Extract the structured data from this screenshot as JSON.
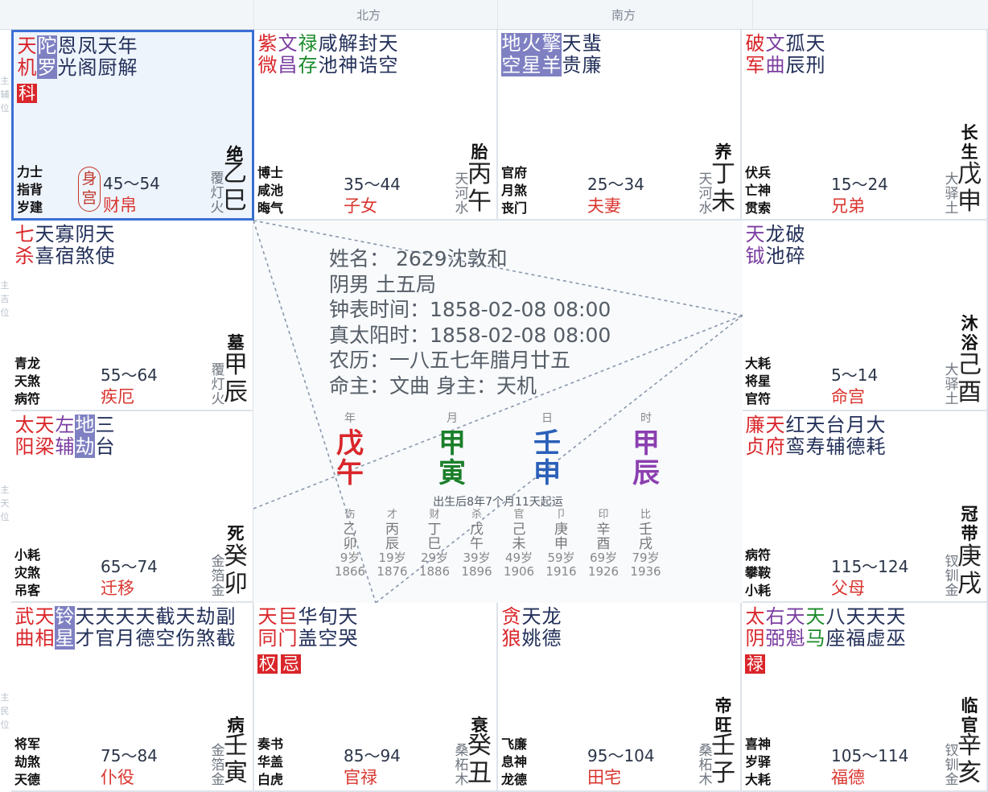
{
  "header": {
    "north": "北方",
    "south": "南方"
  },
  "side_labels": {
    "upper": "主辅位",
    "middle": "主吉位",
    "lower1": "主天位",
    "lower2": "主民位"
  },
  "palaces": [
    {
      "id": "si",
      "stars": [
        {
          "c": "天机",
          "color": "red"
        },
        {
          "c": "陀罗",
          "hl": true
        },
        {
          "c": "恩光",
          "color": "navy"
        },
        {
          "c": "凤阁",
          "color": "navy"
        },
        {
          "c": "天厨",
          "color": "navy"
        },
        {
          "c": "年解",
          "color": "navy"
        }
      ],
      "hua": "科",
      "gods": [
        "力士",
        "指背",
        "岁建"
      ],
      "age": "45～54",
      "palace": "财帛",
      "nayin": "覆灯火",
      "ganzhi": "乙巳",
      "life": "绝",
      "shen": "身宫"
    },
    {
      "id": "wu",
      "stars": [
        {
          "c": "紫微",
          "color": "red"
        },
        {
          "c": "文昌",
          "color": "purple"
        },
        {
          "c": "禄存",
          "color": "green"
        },
        {
          "c": "咸池",
          "color": "navy"
        },
        {
          "c": "解神",
          "color": "navy"
        },
        {
          "c": "封诰",
          "color": "navy"
        },
        {
          "c": "天空",
          "color": "navy"
        }
      ],
      "gods": [
        "博士",
        "咸池",
        "晦气"
      ],
      "age": "35～44",
      "palace": "子女",
      "nayin": "天河水",
      "ganzhi": "丙午",
      "life": "胎"
    },
    {
      "id": "wei",
      "stars": [
        {
          "c": "地空",
          "hl": true
        },
        {
          "c": "火星",
          "hl": true
        },
        {
          "c": "擎羊",
          "hl": true
        },
        {
          "c": "天贵",
          "color": "navy"
        },
        {
          "c": "蜚廉",
          "color": "navy"
        }
      ],
      "gods": [
        "官府",
        "月煞",
        "丧门"
      ],
      "age": "25～34",
      "palace": "夫妻",
      "nayin": "天河水",
      "ganzhi": "丁未",
      "life": "养"
    },
    {
      "id": "shen",
      "stars": [
        {
          "c": "破军",
          "color": "red"
        },
        {
          "c": "文曲",
          "color": "purple"
        },
        {
          "c": "孤辰",
          "color": "navy"
        },
        {
          "c": "天刑",
          "color": "navy"
        }
      ],
      "gods": [
        "伏兵",
        "亡神",
        "贯索"
      ],
      "age": "15～24",
      "palace": "兄弟",
      "nayin": "大驿土",
      "ganzhi": "戊申",
      "life": "长生"
    },
    {
      "id": "chen",
      "stars": [
        {
          "c": "七杀",
          "color": "red"
        },
        {
          "c": "天喜",
          "color": "navy"
        },
        {
          "c": "寡宿",
          "color": "navy"
        },
        {
          "c": "阴煞",
          "color": "navy"
        },
        {
          "c": "天使",
          "color": "navy"
        }
      ],
      "gods": [
        "青龙",
        "天煞",
        "病符"
      ],
      "age": "55～64",
      "palace": "疾厄",
      "nayin": "覆灯火",
      "ganzhi": "甲辰",
      "life": "墓"
    },
    {
      "id": "you",
      "stars": [
        {
          "c": "天钺",
          "color": "purple"
        },
        {
          "c": "龙池",
          "color": "navy"
        },
        {
          "c": "破碎",
          "color": "navy"
        }
      ],
      "gods": [
        "大耗",
        "将星",
        "官符"
      ],
      "age": "5～14",
      "palace": "命宫",
      "nayin": "大驿土",
      "ganzhi": "己酉",
      "life": "沐浴"
    },
    {
      "id": "mao",
      "stars": [
        {
          "c": "太阳",
          "color": "red"
        },
        {
          "c": "天梁",
          "color": "red"
        },
        {
          "c": "左辅",
          "color": "purple"
        },
        {
          "c": "地劫",
          "hl": true
        },
        {
          "c": "三台",
          "color": "navy"
        }
      ],
      "gods": [
        "小耗",
        "灾煞",
        "吊客"
      ],
      "age": "65～74",
      "palace": "迁移",
      "nayin": "金箔金",
      "ganzhi": "癸卯",
      "life": "死"
    },
    {
      "id": "xu",
      "stars": [
        {
          "c": "廉贞",
          "color": "red"
        },
        {
          "c": "天府",
          "color": "red"
        },
        {
          "c": "红鸾",
          "color": "navy"
        },
        {
          "c": "天寿",
          "color": "navy"
        },
        {
          "c": "台辅",
          "color": "navy"
        },
        {
          "c": "月德",
          "color": "navy"
        },
        {
          "c": "大耗",
          "color": "navy"
        }
      ],
      "gods": [
        "病符",
        "攀鞍",
        "小耗"
      ],
      "age": "115～124",
      "palace": "父母",
      "nayin": "钗钏金",
      "ganzhi": "庚戌",
      "life": "冠带"
    },
    {
      "id": "yin",
      "stars": [
        {
          "c": "武曲",
          "color": "red"
        },
        {
          "c": "天相",
          "color": "red"
        },
        {
          "c": "铃星",
          "hl": true
        },
        {
          "c": "天才",
          "color": "navy"
        },
        {
          "c": "天官",
          "color": "navy"
        },
        {
          "c": "天月",
          "color": "navy"
        },
        {
          "c": "天德",
          "color": "navy"
        },
        {
          "c": "截空",
          "color": "navy"
        },
        {
          "c": "天伤",
          "color": "navy"
        },
        {
          "c": "劫煞",
          "color": "navy"
        },
        {
          "c": "副截",
          "color": "navy"
        }
      ],
      "gods": [
        "将军",
        "劫煞",
        "天德"
      ],
      "age": "75～84",
      "palace": "仆役",
      "nayin": "金箔金",
      "ganzhi": "壬寅",
      "life": "病"
    },
    {
      "id": "chou",
      "stars": [
        {
          "c": "天同",
          "color": "red"
        },
        {
          "c": "巨门",
          "color": "red"
        },
        {
          "c": "华盖",
          "color": "navy"
        },
        {
          "c": "旬空",
          "color": "navy"
        },
        {
          "c": "天哭",
          "color": "navy"
        }
      ],
      "hua2": [
        "权",
        "忌"
      ],
      "gods": [
        "奏书",
        "华盖",
        "白虎"
      ],
      "age": "85～94",
      "palace": "官禄",
      "nayin": "桑柘木",
      "ganzhi": "癸丑",
      "life": "衰"
    },
    {
      "id": "zi",
      "stars": [
        {
          "c": "贪狼",
          "color": "red"
        },
        {
          "c": "天姚",
          "color": "navy"
        },
        {
          "c": "龙德",
          "color": "navy"
        }
      ],
      "gods": [
        "飞廉",
        "息神",
        "龙德"
      ],
      "age": "95～104",
      "palace": "田宅",
      "nayin": "桑柘木",
      "ganzhi": "壬子",
      "life": "帝旺"
    },
    {
      "id": "hai",
      "stars": [
        {
          "c": "太阴",
          "color": "red"
        },
        {
          "c": "右弼",
          "color": "purple"
        },
        {
          "c": "天魁",
          "color": "purple"
        },
        {
          "c": "天马",
          "color": "green"
        },
        {
          "c": "八座",
          "color": "navy"
        },
        {
          "c": "天福",
          "color": "navy"
        },
        {
          "c": "天虚",
          "color": "navy"
        },
        {
          "c": "天巫",
          "color": "navy"
        }
      ],
      "hua": "禄",
      "gods": [
        "喜神",
        "岁驿",
        "大耗"
      ],
      "age": "105～114",
      "palace": "福德",
      "nayin": "钗钏金",
      "ganzhi": "辛亥",
      "life": "临官"
    }
  ],
  "center": {
    "name_line": "姓名：  2629沈敦和",
    "gender_line": "阴男 土五局",
    "clock_line": "钟表时间：1858-02-08 08:00",
    "solar_line": "真太阳时：1858-02-08 08:00",
    "lunar_line": "农历：一八五七年腊月廿五",
    "master_line": "命主：文曲    身主：天机",
    "pillars": [
      {
        "label": "年",
        "gan": "戊",
        "zhi": "午",
        "color": "#d9262a"
      },
      {
        "label": "月",
        "gan": "甲",
        "zhi": "寅",
        "color": "#1b7f2a"
      },
      {
        "label": "日",
        "gan": "壬",
        "zhi": "申",
        "color": "#2b5fb8"
      },
      {
        "label": "时",
        "gan": "甲",
        "zhi": "辰",
        "color": "#8b3fb0"
      }
    ],
    "start_note": "出生后8年7个月11天起运",
    "dayun": [
      {
        "shen": "伤",
        "gz": "乙卯",
        "age": "9岁",
        "year": "1866"
      },
      {
        "shen": "才",
        "gz": "丙辰",
        "age": "19岁",
        "year": "1876"
      },
      {
        "shen": "财",
        "gz": "丁巳",
        "age": "29岁",
        "year": "1886"
      },
      {
        "shen": "杀",
        "gz": "戊午",
        "age": "39岁",
        "year": "1896"
      },
      {
        "shen": "官",
        "gz": "己未",
        "age": "49岁",
        "year": "1906"
      },
      {
        "shen": "卩",
        "gz": "庚申",
        "age": "59岁",
        "year": "1916"
      },
      {
        "shen": "印",
        "gz": "辛酉",
        "age": "69岁",
        "year": "1926"
      },
      {
        "shen": "比",
        "gz": "壬戌",
        "age": "79岁",
        "year": "1936"
      }
    ]
  }
}
